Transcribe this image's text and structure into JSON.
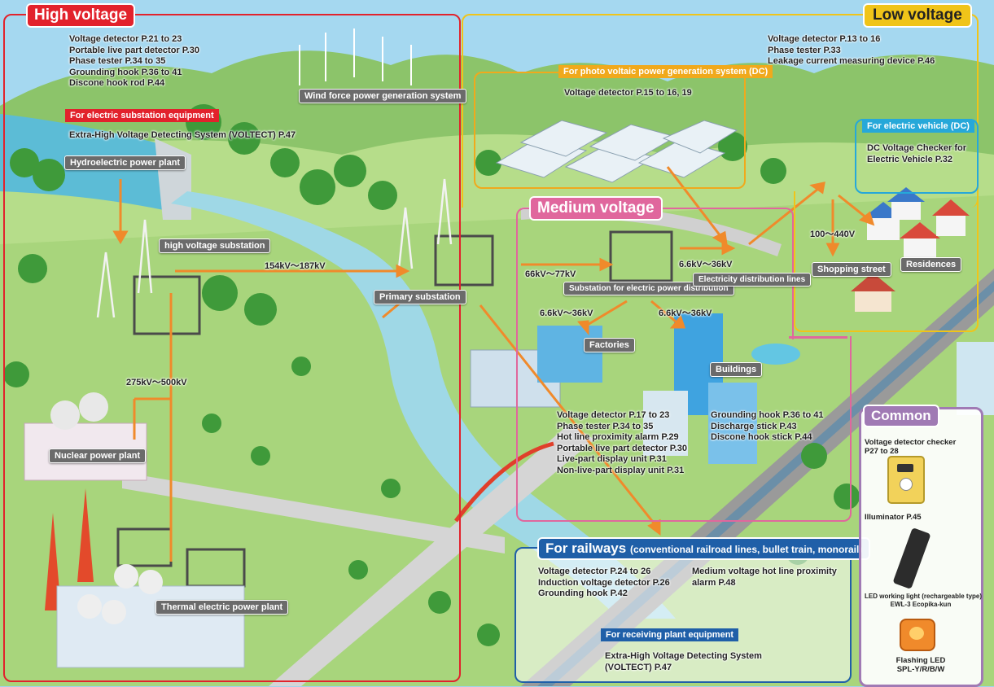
{
  "sections": {
    "high_voltage": {
      "title": "High voltage",
      "items": [
        "Voltage detector P.21 to 23",
        "Portable live part detector P.30",
        "Phase tester P.34 to 35",
        "Grounding hook P.36 to 41",
        "Discone hook rod P.44"
      ],
      "substation_label": "For electric substation equipment",
      "substation_item": "Extra-High Voltage Detecting System (VOLTECT) P.47",
      "color": "#e2222c"
    },
    "low_voltage": {
      "title": "Low voltage",
      "items": [
        "Voltage detector P.13 to 16",
        "Phase tester  P.33",
        "Leakage current measuring device P.46"
      ],
      "pv_label": "For photo voltaic power generation system (DC)",
      "pv_item": "Voltage detector P.15 to 16, 19",
      "ev_label": "For electric vehicle (DC)",
      "ev_items": [
        "DC Voltage Checker for",
        "Electric Vehicle P.32"
      ],
      "color": "#f0c419"
    },
    "medium_voltage": {
      "title": "Medium voltage",
      "items_left": [
        "Voltage detector P.17 to 23",
        "Phase tester P.34 to 35",
        "Hot line proximity alarm P.29",
        "Portable live part detector P.30",
        "Live-part display unit P.31",
        "Non-live-part display unit P.31"
      ],
      "items_right": [
        "Grounding hook P.36 to 41",
        "Discharge stick P.43",
        "Discone hook stick P.44"
      ],
      "color": "#e0679d"
    },
    "railways": {
      "title": "For railways",
      "subtitle": "(conventional railroad lines, bullet train, monorail)",
      "items_left": [
        "Voltage detector P.24 to 26",
        "Induction voltage detector P.26",
        "Grounding hook P.42"
      ],
      "items_right": [
        "Medium voltage hot line proximity",
        "alarm P.48"
      ],
      "receiving_label": "For receiving plant equipment",
      "receiving_items": [
        "Extra-High Voltage Detecting System",
        "(VOLTECT) P.47"
      ],
      "color": "#1f5fa8"
    },
    "common": {
      "title": "Common",
      "checker": [
        "Voltage detector checker",
        "P27 to 28"
      ],
      "illuminator": "Illuminator P.45",
      "led": [
        "LED working light (rechargeable type)",
        "EWL-3 Ecopika-kun"
      ],
      "flashing": [
        "Flashing LED",
        "SPL-Y/R/B/W"
      ],
      "color": "#a07ab4"
    }
  },
  "facilities": {
    "hydro": "Hydroelectric power plant",
    "wind": "Wind force power generation system",
    "hv_substation": "high voltage substation",
    "primary": "Primary substation",
    "nuclear": "Nuclear power plant",
    "thermal": "Thermal electric power plant",
    "distribution_substation": "Substation for electric power distribution",
    "distribution_lines": "Electricity distribution lines",
    "factories": "Factories",
    "buildings": "Buildings",
    "shopping": "Shopping street",
    "residences": "Residences"
  },
  "voltages": {
    "v154": "154kV～187kV",
    "v275": "275kV～500kV",
    "v66": "66kV～77kV",
    "v6_top": "6.6kV～36kV",
    "v6_left": "6.6kV～36kV",
    "v6_right": "6.6kV～36kV",
    "v100": "100～440V"
  }
}
